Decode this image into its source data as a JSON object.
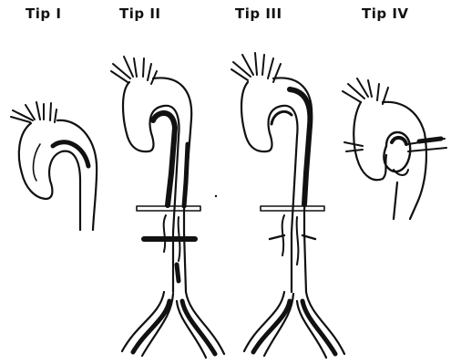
{
  "figure": {
    "panels": [
      {
        "label": "Tip  I"
      },
      {
        "label": "Tip  II"
      },
      {
        "label": "Tip  III"
      },
      {
        "label": "Tip  IV"
      }
    ]
  },
  "colors": {
    "ink": "#111111",
    "background": "#ffffff",
    "lumen_fill": "#ffffff"
  }
}
